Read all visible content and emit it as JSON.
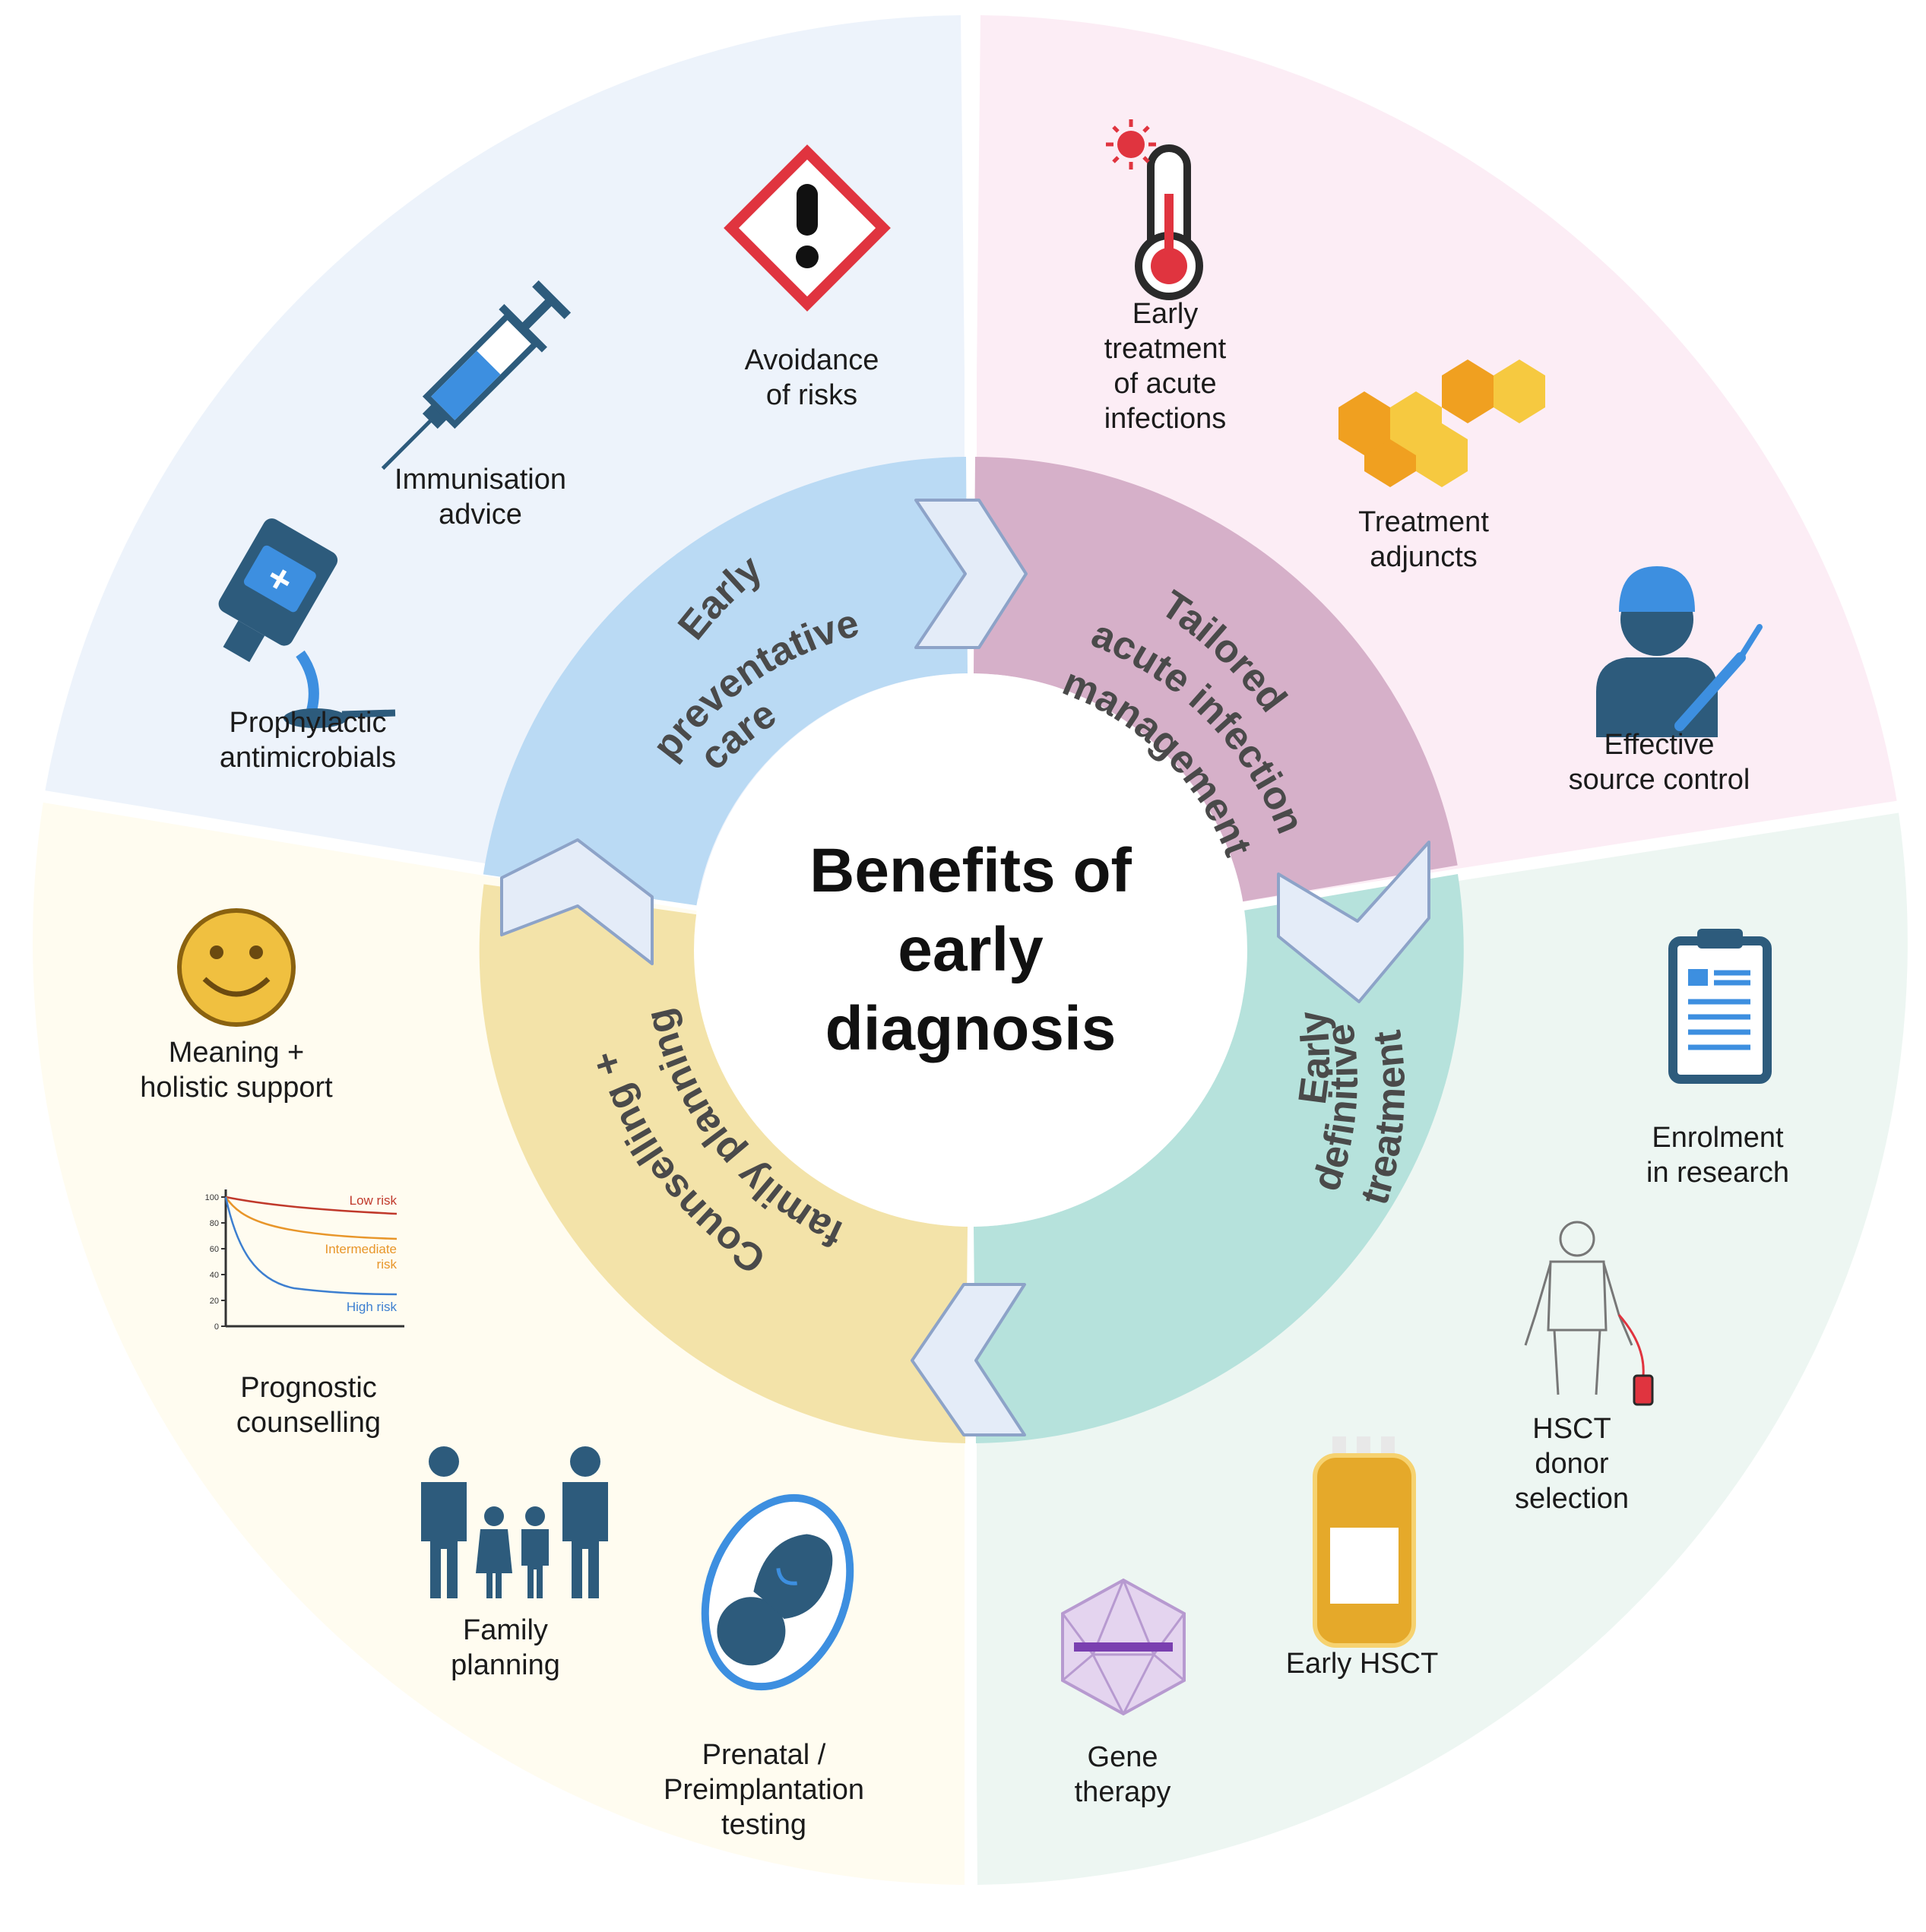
{
  "center": {
    "title": "Benefits of\nearly\ndiagnosis"
  },
  "colors": {
    "outer_top_left": "#edf3fb",
    "outer_top_right": "#fcedf5",
    "outer_bottom_right": "#edf6f2",
    "outer_bottom_left": "#fffcf0",
    "inner_preventative": "#badaf4",
    "inner_acute": "#d6b0c9",
    "inner_definitive": "#b6e2dc",
    "inner_counselling": "#f3e3a9",
    "icon_dark_blue": "#2d5b7c",
    "icon_red": "#e0343f",
    "icon_orange": "#f0a020",
    "icon_yellow": "#f6c940"
  },
  "segments": {
    "preventative": {
      "label": "Early\npreventative\ncare"
    },
    "acute": {
      "label": "Tailored\nacute infection\nmanagement"
    },
    "definitive": {
      "label": "Early\ndefinitive\ntreatment"
    },
    "counselling": {
      "label": "Counselling +\nfamily planning"
    }
  },
  "items": {
    "avoidance": {
      "label": "Avoidance\nof risks",
      "icon": "hazard-warning-icon"
    },
    "immunisation": {
      "label": "Immunisation\nadvice",
      "icon": "syringe-icon"
    },
    "prophylactic": {
      "label": "Prophylactic\nantimicrobials",
      "icon": "medicine-bottle-icon"
    },
    "early_treatment": {
      "label": "Early\ntreatment\nof acute\ninfections",
      "icon": "thermometer-icon"
    },
    "adjuncts": {
      "label": "Treatment\nadjuncts",
      "icon": "hexagons-icon"
    },
    "source_control": {
      "label": "Effective\nsource control",
      "icon": "surgeon-icon"
    },
    "research": {
      "label": "Enrolment\nin research",
      "icon": "clipboard-icon"
    },
    "donor": {
      "label": "HSCT\ndonor\nselection",
      "icon": "human-body-icon"
    },
    "hsct": {
      "label": "Early HSCT",
      "icon": "blood-bag-icon"
    },
    "gene": {
      "label": "Gene\ntherapy",
      "icon": "virus-vector-icon"
    },
    "meaning": {
      "label": "Meaning +\nholistic support",
      "icon": "smiley-icon"
    },
    "prognostic": {
      "label": "Prognostic\ncounselling",
      "icon": "survival-curve-icon"
    },
    "family": {
      "label": "Family\nplanning",
      "icon": "family-icon"
    },
    "prenatal": {
      "label": "Prenatal /\nPreimplantation\ntesting",
      "icon": "fetus-icon"
    }
  },
  "survival_chart": {
    "y_ticks": [
      "100",
      "80",
      "60",
      "40",
      "20",
      "0"
    ],
    "curves": [
      "Low risk",
      "Intermediate\nrisk",
      "High risk"
    ]
  }
}
